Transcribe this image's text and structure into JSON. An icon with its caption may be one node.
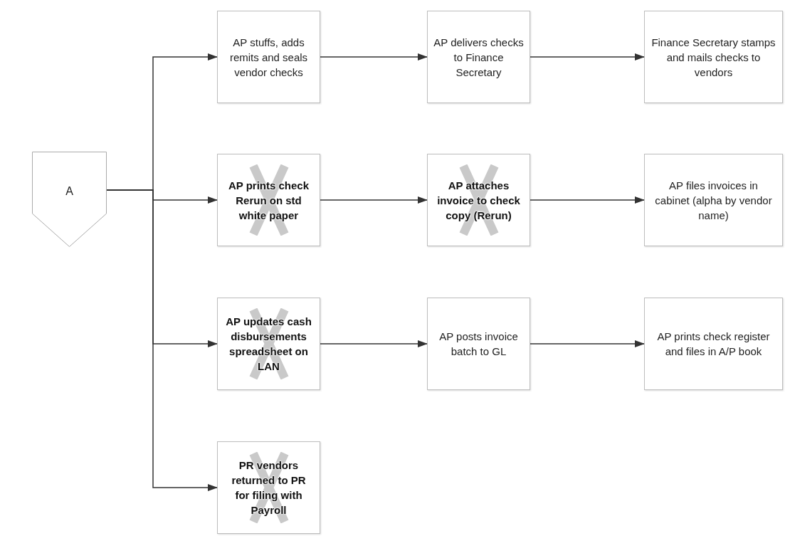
{
  "diagram": {
    "nodes": [
      {
        "text": [
          "A"
        ]
      },
      {
        "text": [
          "AP stuffs, adds remits and seals vendor checks"
        ]
      },
      {
        "text": [
          "AP delivers checks to Finance Secretary"
        ]
      },
      {
        "text": [
          "Finance Secretary stamps and mails checks to vendors"
        ]
      },
      {
        "text": [
          "AP prints check Rerun on std white paper"
        ]
      },
      {
        "text": [
          "AP attaches invoice to check copy (Rerun)"
        ]
      },
      {
        "text": [
          "AP files invoices in cabinet (alpha by vendor name)"
        ]
      },
      {
        "text": [
          "AP updates cash disbursements spreadsheet on LAN"
        ]
      },
      {
        "text": [
          "AP posts invoice batch to GL"
        ]
      },
      {
        "text": [
          "AP prints check register and files in A/P book"
        ]
      },
      {
        "text": [
          "PR vendors returned to PR for filing with Payroll"
        ]
      }
    ],
    "edges": [
      {
        "from": 0,
        "to": 1,
        "arrow": "to"
      },
      {
        "from": 0,
        "to": 4,
        "arrow": "to"
      },
      {
        "from": 0,
        "to": 7,
        "arrow": "to"
      },
      {
        "from": 0,
        "to": 10,
        "arrow": "to"
      },
      {
        "from": 1,
        "to": 2,
        "arrow": "to"
      },
      {
        "from": 2,
        "to": 3,
        "arrow": "to"
      },
      {
        "from": 4,
        "to": 5,
        "arrow": "to"
      },
      {
        "from": 5,
        "to": 6,
        "arrow": "to"
      },
      {
        "from": 7,
        "to": 8,
        "arrow": "to"
      },
      {
        "from": 8,
        "to": 9,
        "arrow": "to"
      }
    ]
  }
}
